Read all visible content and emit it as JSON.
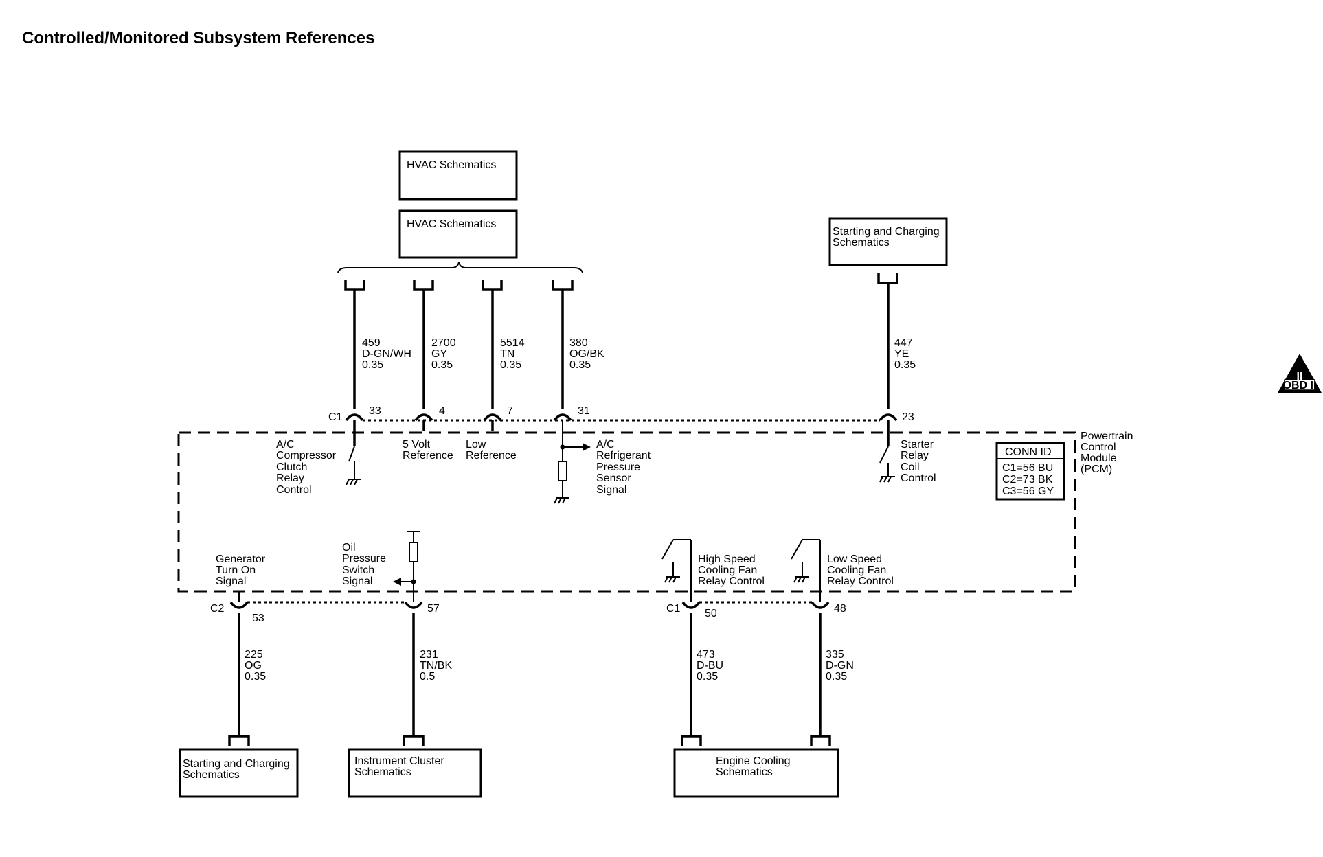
{
  "title": "Controlled/Monitored Subsystem References",
  "top_refs": {
    "hvac_1": "HVAC Schematics",
    "hvac_2": "HVAC Schematics",
    "starting_l1": "Starting and Charging",
    "starting_l2": "Schematics"
  },
  "top_wires": [
    {
      "circuit": "459",
      "color": "D-GN/WH",
      "size": "0.35",
      "pin": "33"
    },
    {
      "circuit": "2700",
      "color": "GY",
      "size": "0.35",
      "pin": "4"
    },
    {
      "circuit": "5514",
      "color": "TN",
      "size": "0.35",
      "pin": "7"
    },
    {
      "circuit": "380",
      "color": "OG/BK",
      "size": "0.35",
      "pin": "31"
    },
    {
      "circuit": "447",
      "color": "YE",
      "size": "0.35",
      "pin": "23"
    }
  ],
  "bottom_wires": [
    {
      "circuit": "225",
      "color": "OG",
      "size": "0.35",
      "pin": "53"
    },
    {
      "circuit": "231",
      "color": "TN/BK",
      "size": "0.5",
      "pin": "57"
    },
    {
      "circuit": "473",
      "color": "D-BU",
      "size": "0.35",
      "pin": "50"
    },
    {
      "circuit": "335",
      "color": "D-GN",
      "size": "0.35",
      "pin": "48"
    }
  ],
  "connectors": {
    "top": "C1",
    "bottom_left": "C2",
    "bottom_right": "C1"
  },
  "pcm": {
    "l1": "Powertrain",
    "l2": "Control",
    "l3": "Module",
    "l4": "(PCM)"
  },
  "conn_id": {
    "header": "CONN ID",
    "c1": "C1=56 BU",
    "c2": "C2=73 BK",
    "c3": "C3=56 GY"
  },
  "internal": {
    "ac_clutch": [
      "A/C",
      "Compressor",
      "Clutch",
      "Relay",
      "Control"
    ],
    "five_volt": [
      "5 Volt",
      "Reference"
    ],
    "low_ref": [
      "Low",
      "Reference"
    ],
    "ac_sensor": [
      "A/C",
      "Refrigerant",
      "Pressure",
      "Sensor",
      "Signal"
    ],
    "starter": [
      "Starter",
      "Relay",
      "Coil",
      "Control"
    ],
    "generator": [
      "Generator",
      "Turn On",
      "Signal"
    ],
    "oil": [
      "Oil",
      "Pressure",
      "Switch",
      "Signal"
    ],
    "high_fan": [
      "High Speed",
      "Cooling Fan",
      "Relay Control"
    ],
    "low_fan": [
      "Low Speed",
      "Cooling Fan",
      "Relay Control"
    ]
  },
  "bottom_refs": {
    "starting_l1": "Starting and Charging",
    "starting_l2": "Schematics",
    "instrument_l1": "Instrument Cluster",
    "instrument_l2": "Schematics",
    "engine_l1": "Engine Cooling",
    "engine_l2": "Schematics"
  },
  "obd_label": "OBD II",
  "obd_mark": "II"
}
